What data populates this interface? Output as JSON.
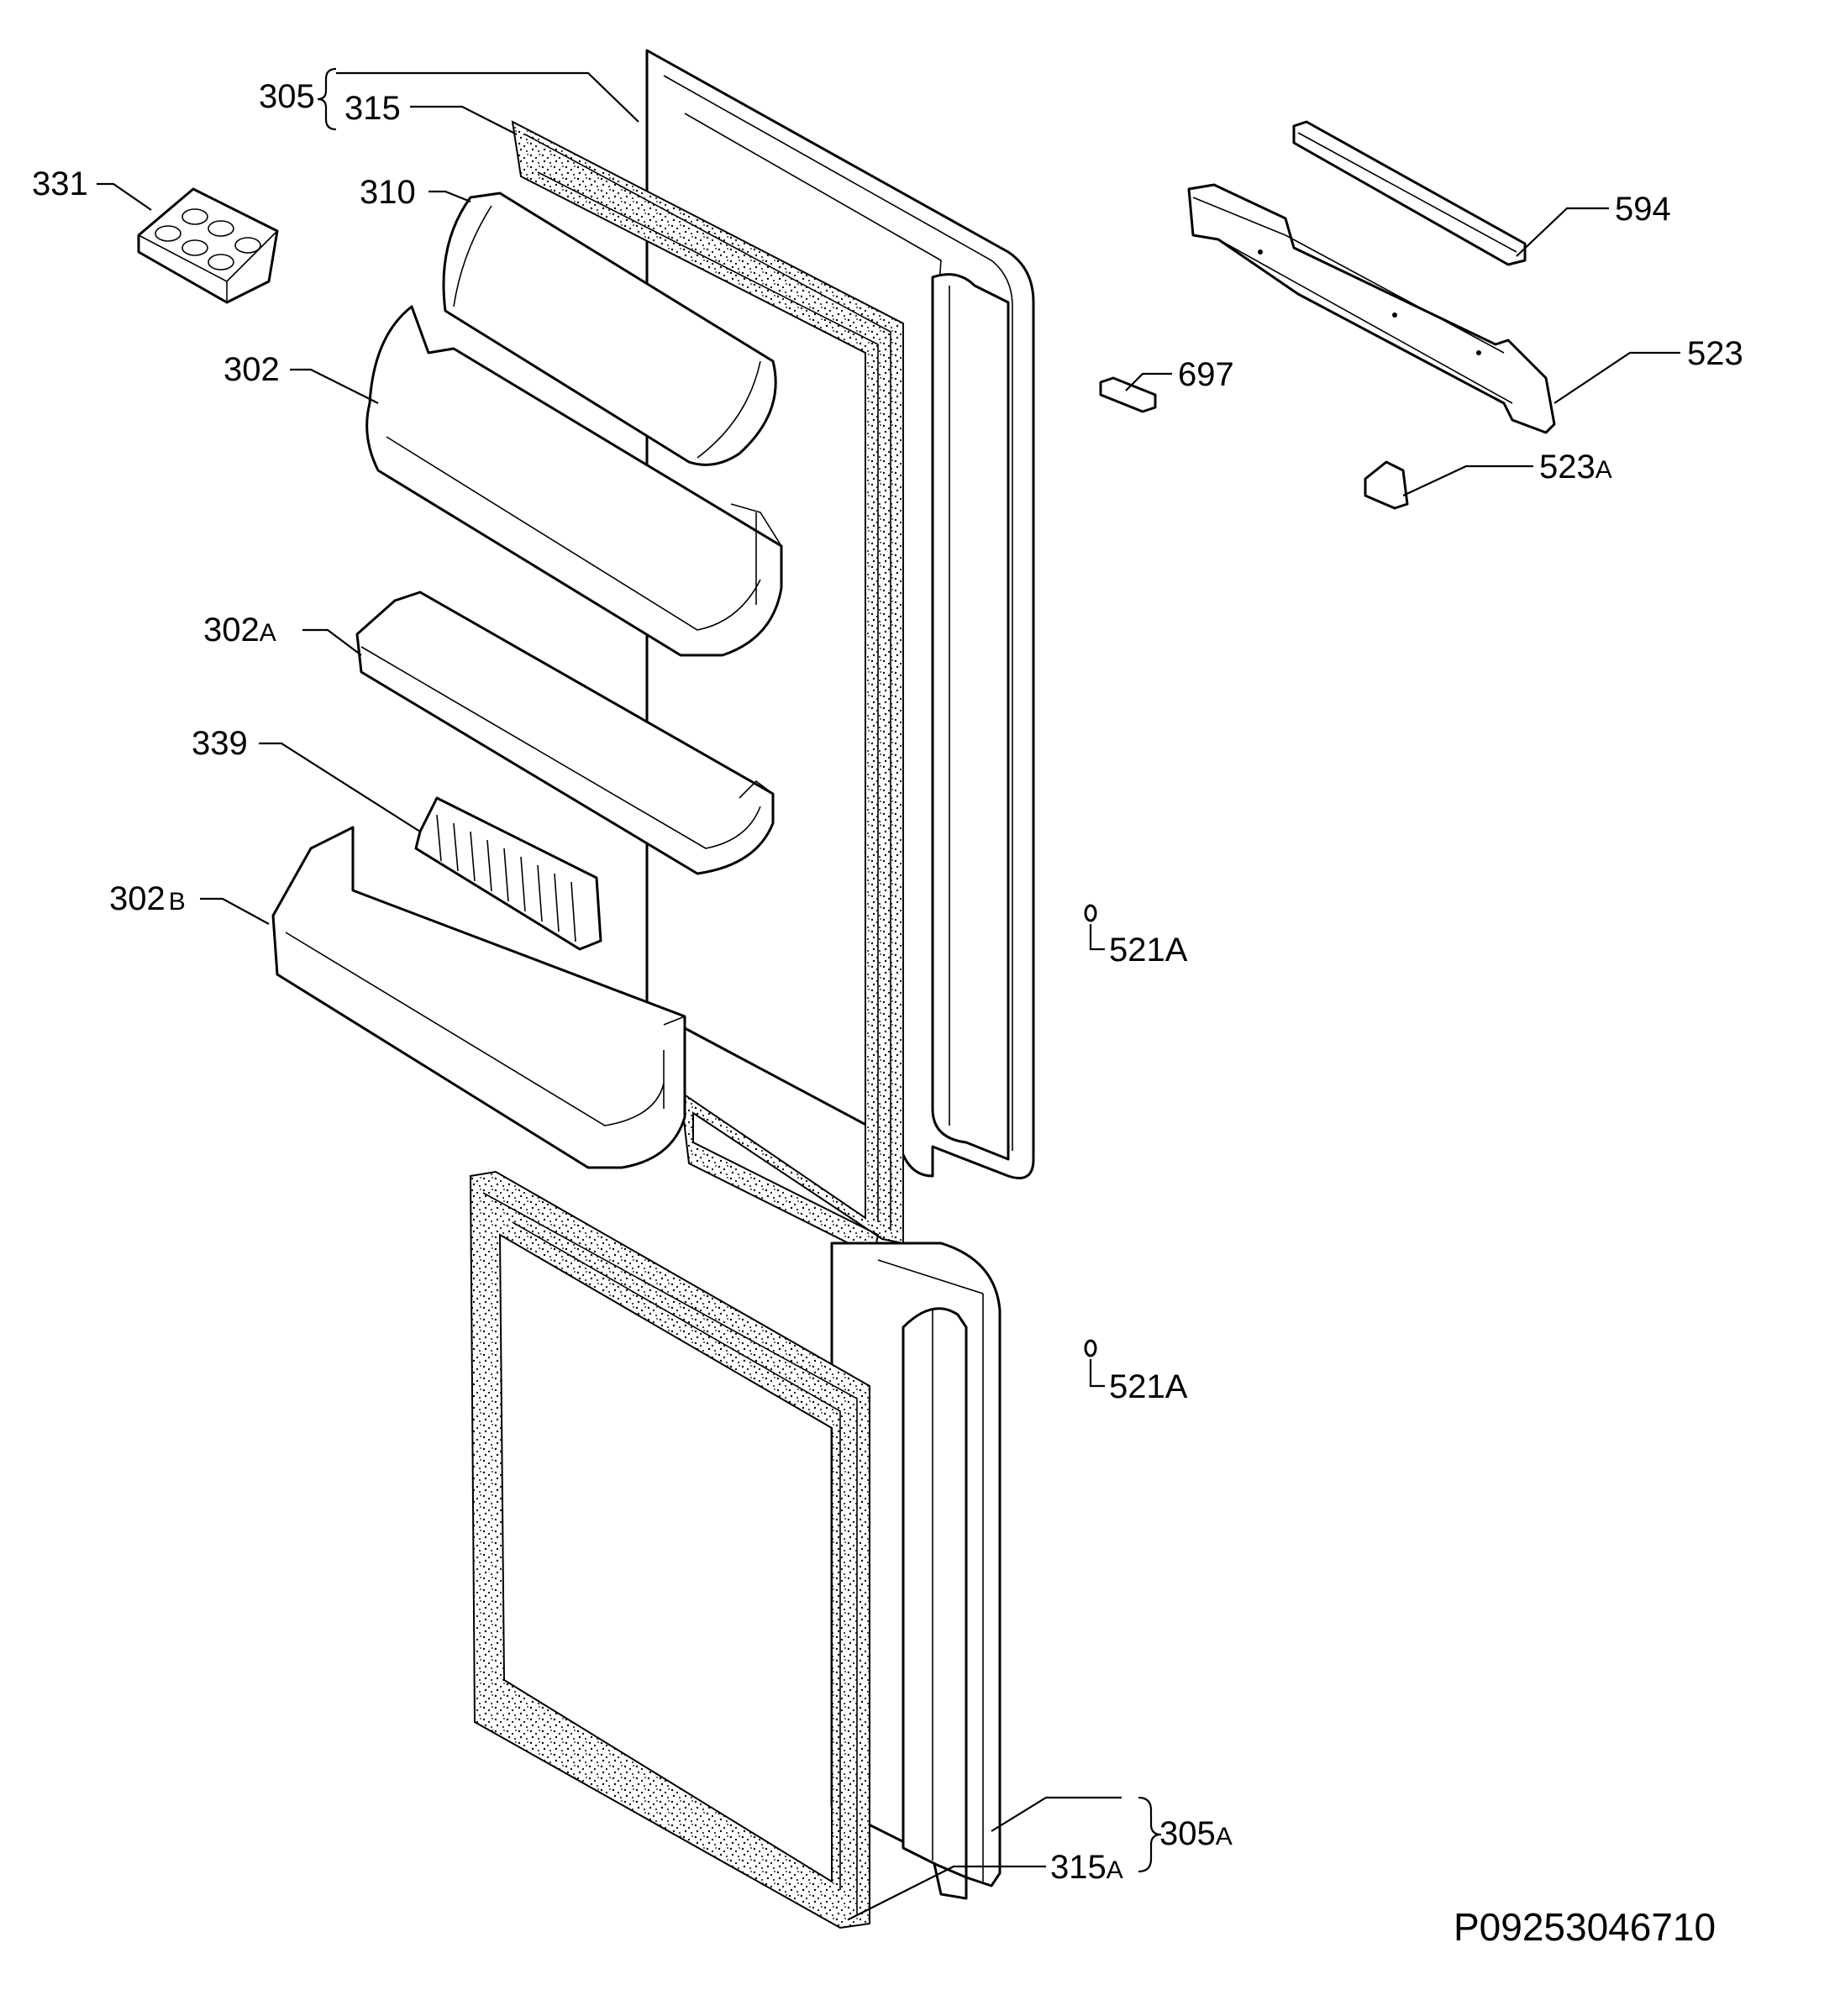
{
  "labels": {
    "l305": "305",
    "l315": "315",
    "l331": "331",
    "l310": "310",
    "l302": "302",
    "l302A_num": "302",
    "l302A_suf": "A",
    "l339": "339",
    "l302B_num": "302",
    "l302B_suf": "B",
    "l594": "594",
    "l697": "697",
    "l523": "523",
    "l523A_num": "523",
    "l523A_suf": "A",
    "l521A_1": "521A",
    "l521A_2": "521A",
    "l305A_num": "305",
    "l305A_suf": "A",
    "l315A_num": "315",
    "l315A_suf": "A",
    "drawing_number": "P09253046710"
  },
  "icons": {
    "brace_top": "curly-brace-icon",
    "brace_bottom": "curly-brace-icon"
  },
  "colors": {
    "line": "#000000",
    "background": "#ffffff"
  }
}
